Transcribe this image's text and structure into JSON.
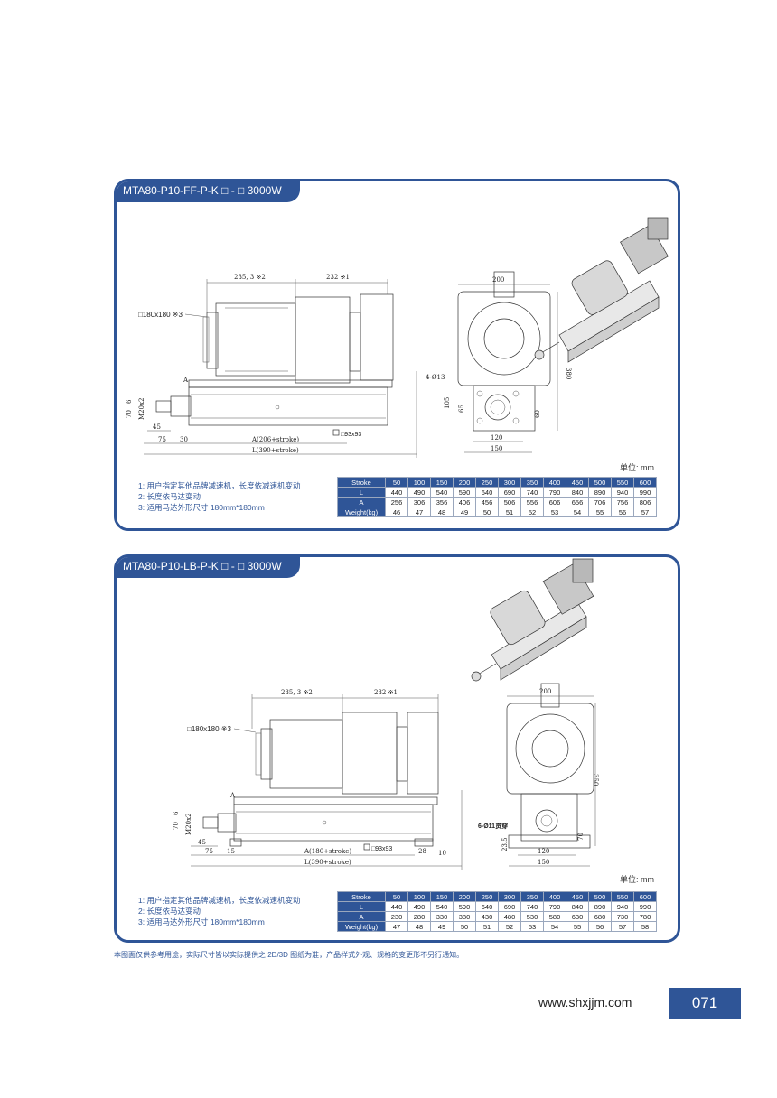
{
  "panels": [
    {
      "title": "MTA80-P10-FF-P-K □ - □ 3000W",
      "dims": {
        "d1": "235, 3 ※2",
        "d2": "232 ※1",
        "motor": "□180x180 ※3",
        "m20": "M20x2",
        "h70": "70",
        "h6": "6",
        "a_mark": "A",
        "w45": "45",
        "w75": "75",
        "w30": "30",
        "a_len": "A(206+stroke)",
        "l_len": "L(390+stroke)",
        "sq": "□93x93",
        "e200": "200",
        "e380": "380",
        "hole": "4-Ø13",
        "e105": "105",
        "e65": "65",
        "e60": "60",
        "e120": "120",
        "e150": "150"
      },
      "unit": "单位: mm",
      "notes": [
        "1:  用户指定其他品牌减速机，长度依减速机变动",
        "2:  长度依马达变动",
        "3:  适用马达外形尺寸 180mm*180mm"
      ],
      "table": {
        "header": [
          "Stroke",
          "50",
          "100",
          "150",
          "200",
          "250",
          "300",
          "350",
          "400",
          "450",
          "500",
          "550",
          "600"
        ],
        "rows": [
          [
            "L",
            "440",
            "490",
            "540",
            "590",
            "640",
            "690",
            "740",
            "790",
            "840",
            "890",
            "940",
            "990"
          ],
          [
            "A",
            "256",
            "306",
            "356",
            "406",
            "456",
            "506",
            "556",
            "606",
            "656",
            "706",
            "756",
            "806"
          ],
          [
            "Weight(kg)",
            "46",
            "47",
            "48",
            "49",
            "50",
            "51",
            "52",
            "53",
            "54",
            "55",
            "56",
            "57"
          ]
        ]
      }
    },
    {
      "title": "MTA80-P10-LB-P-K □ - □ 3000W",
      "dims": {
        "d1": "235, 3 ※2",
        "d2": "232 ※1",
        "motor": "□180x180 ※3",
        "m20": "M20x2",
        "h70": "70",
        "h6": "6",
        "a_mark": "A",
        "w45": "45",
        "w75": "75",
        "w15": "15",
        "w28": "28",
        "w10": "10",
        "a_len": "A(180+stroke)",
        "l_len": "L(390+stroke)",
        "sq": "□93x93",
        "e200": "200",
        "e350": "350",
        "hole": "6-Ø11贯穿",
        "e70": "70",
        "e235": "23.5",
        "e120": "120",
        "e150": "150"
      },
      "unit": "单位: mm",
      "notes": [
        "1:  用户指定其他品牌减速机，长度依减速机变动",
        "2:  长度依马达变动",
        "3:  适用马达外形尺寸 180mm*180mm"
      ],
      "table": {
        "header": [
          "Stroke",
          "50",
          "100",
          "150",
          "200",
          "250",
          "300",
          "350",
          "400",
          "450",
          "500",
          "550",
          "600"
        ],
        "rows": [
          [
            "L",
            "440",
            "490",
            "540",
            "590",
            "640",
            "690",
            "740",
            "790",
            "840",
            "890",
            "940",
            "990"
          ],
          [
            "A",
            "230",
            "280",
            "330",
            "380",
            "430",
            "480",
            "530",
            "580",
            "630",
            "680",
            "730",
            "780"
          ],
          [
            "Weight(kg)",
            "47",
            "48",
            "49",
            "50",
            "51",
            "52",
            "53",
            "54",
            "55",
            "56",
            "57",
            "58"
          ]
        ]
      }
    }
  ],
  "footer_note": "本图面仅供参考用途，实际尺寸皆以实际提供之 2D/3D 图纸为准，产品样式外观、规格的变更形不另行通知。",
  "website": "www.shxjjm.com",
  "page_number": "071",
  "colors": {
    "accent": "#2f5597"
  }
}
